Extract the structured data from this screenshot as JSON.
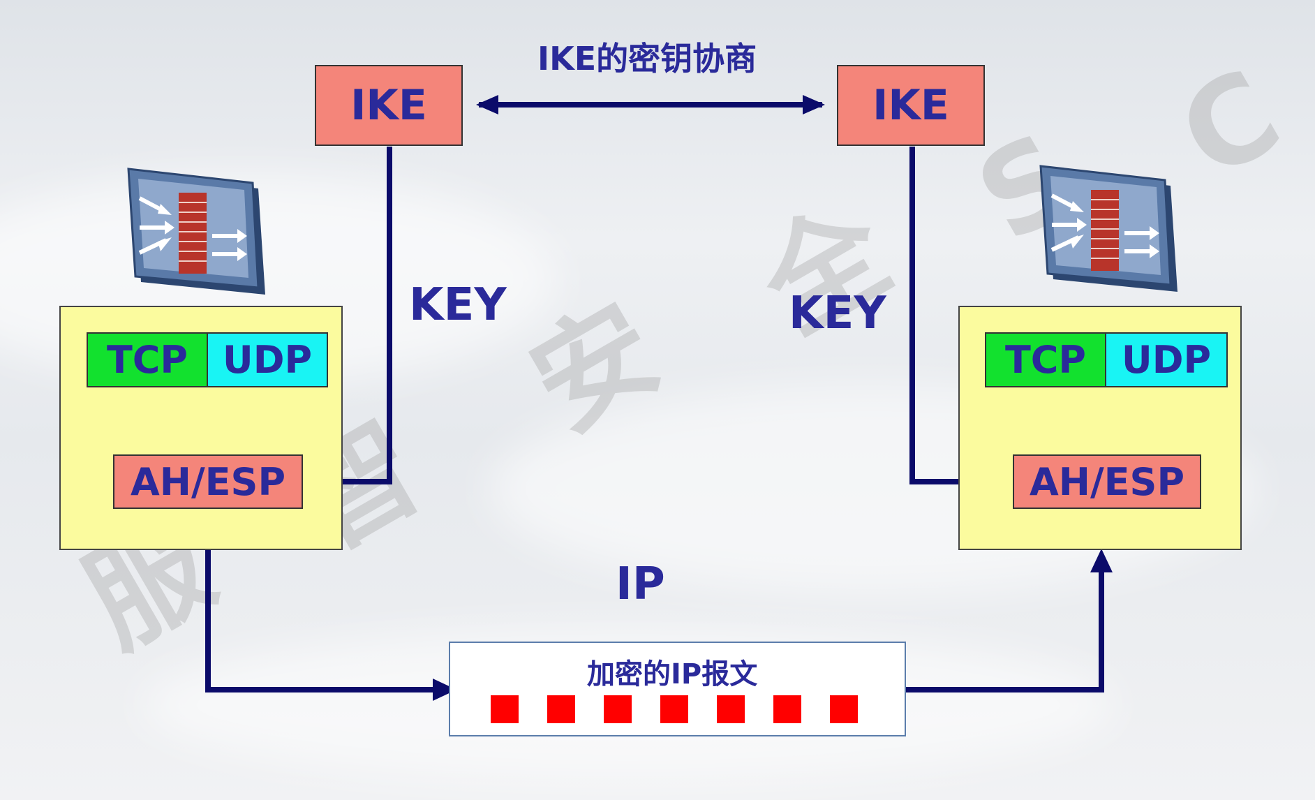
{
  "title": "IKE的密钥协商",
  "left": {
    "ike": "IKE",
    "key": "KEY",
    "tcp": "TCP",
    "udp": "UDP",
    "ahesp": "AH/ESP"
  },
  "right": {
    "ike": "IKE",
    "key": "KEY",
    "tcp": "TCP",
    "udp": "UDP",
    "ahesp": "AH/ESP"
  },
  "ip_label": "IP",
  "packet": {
    "label": "加密的IP报文",
    "block_count": 7
  },
  "watermark": [
    "服",
    "智",
    "安",
    "全",
    "S",
    "C"
  ],
  "colors": {
    "ike_fill": "#f4857a",
    "tcp_fill": "#12e12e",
    "udp_fill": "#19f4f4",
    "host_fill": "#fbfb9e",
    "text": "#2a2a9a",
    "arrow": "#0b0b6a",
    "encrypted_block": "#ff0000"
  },
  "icons": [
    "firewall-icon"
  ]
}
